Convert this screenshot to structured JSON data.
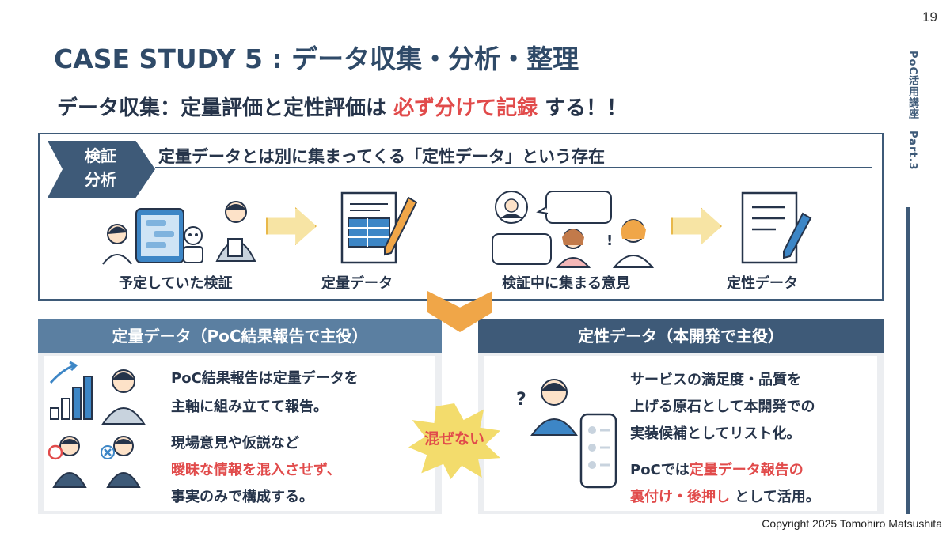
{
  "page_number": "19",
  "side_label": "PoC活用講座　Part.3",
  "title": "CASE STUDY 5 : データ収集・分析・整理",
  "subtitle": {
    "prefix": "データ収集：定量評価と定性評価は ",
    "highlight": "必ず分けて記録",
    "suffix": " する！！"
  },
  "tag": "検証\n分析",
  "box_heading": "定量データとは別に集まってくる「定性データ」という存在",
  "flow": {
    "step1": "予定していた検証",
    "step2": "定量データ",
    "step3": "検証中に集まる意見",
    "step4": "定性データ"
  },
  "left_panel": {
    "header": "定量データ（PoC結果報告で主役）",
    "line1": "PoC結果報告は定量データを",
    "line2": "主軸に組み立てて報告。",
    "line3": "現場意見や仮説など",
    "line4_red": "曖昧な情報を混入させず、",
    "line5": "事実のみで構成する。"
  },
  "right_panel": {
    "header": "定性データ（本開発で主役）",
    "line1": "サービスの満足度・品質を",
    "line2": "上げる原石として本開発での",
    "line3": "実装候補としてリスト化。",
    "line4_prefix": "PoCでは",
    "line4_red": "定量データ報告の",
    "line5_red": "裏付け・後押し",
    "line5_suffix": " として活用。"
  },
  "burst_text": "混ぜない",
  "copyright": "Copyright 2025 Tomohiro Matsushita",
  "colors": {
    "navy": "#3e5a78",
    "accent_red": "#e14b4b",
    "arrow_yellow": "#f7e4a4",
    "chevron_orange": "#f0a648",
    "burst_yellow": "#f3dc6c"
  }
}
